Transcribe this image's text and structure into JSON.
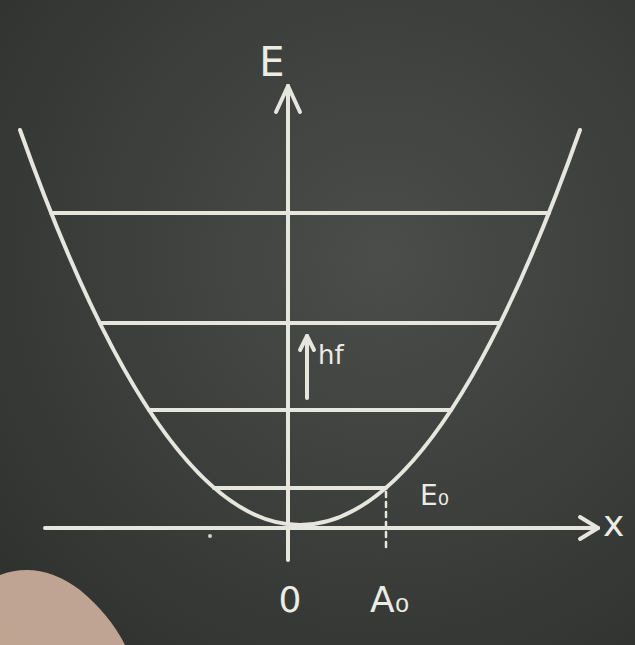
{
  "diagram": {
    "labels": [
      "E",
      "hf",
      "E₀",
      "x",
      "0",
      "A₀"
    ]
  }
}
